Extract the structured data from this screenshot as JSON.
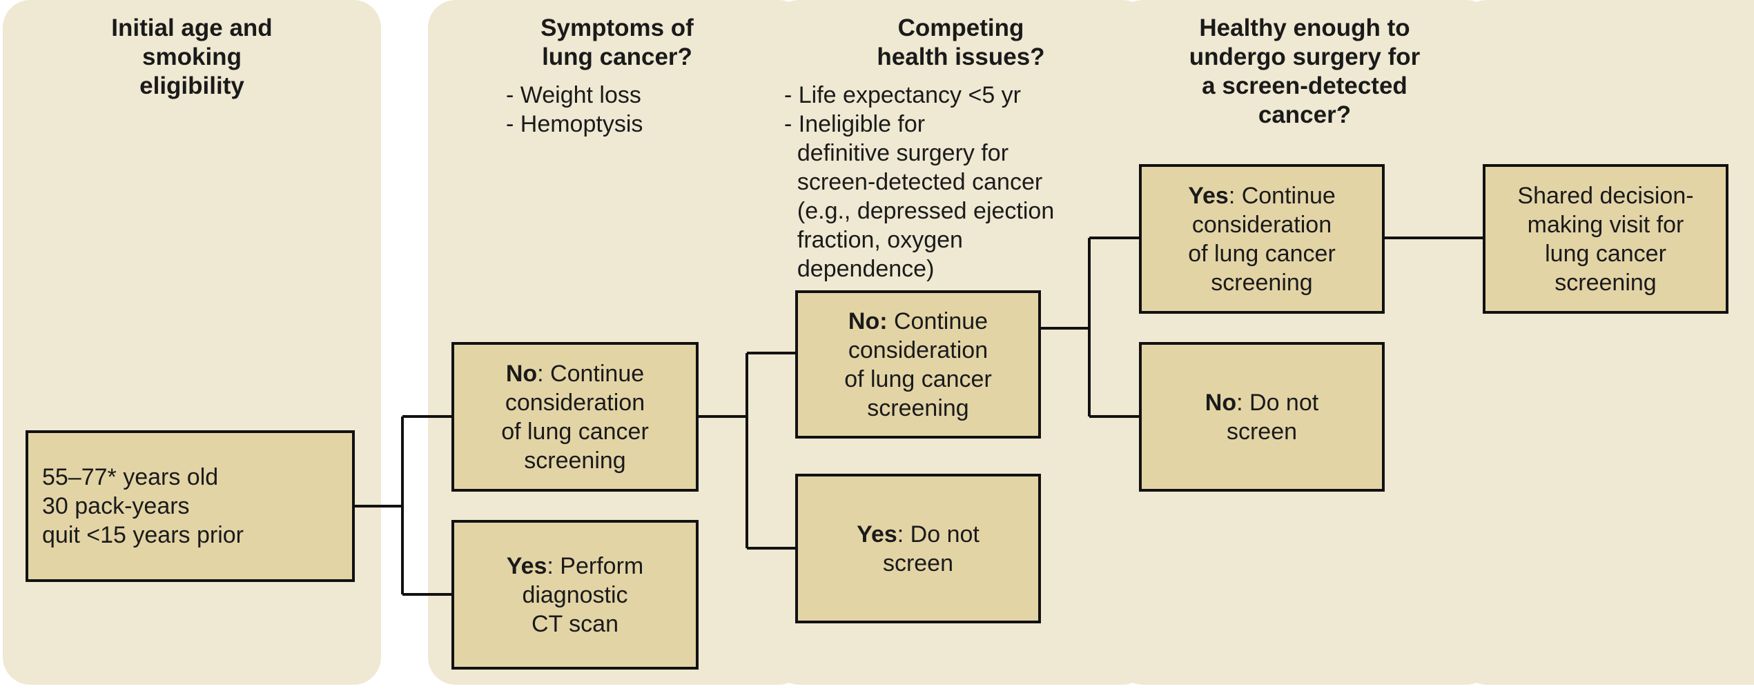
{
  "colors": {
    "column_bg": "#efe8d2",
    "box_fill": "#e3d4a6",
    "line": "#111111"
  },
  "columns": [
    {
      "title": "Initial age and\nsmoking\neligibility"
    },
    {
      "title": "Symptoms of\nlung cancer?",
      "criteria": "- Weight loss\n- Hemoptysis"
    },
    {
      "title": "Competing\nhealth issues?",
      "criteria": "- Life expectancy <5 yr\n- Ineligible for\n  definitive surgery for\n  screen-detected cancer\n  (e.g., depressed ejection\n  fraction, oxygen\n  dependence)"
    },
    {
      "title": "Healthy enough to\nundergo surgery for\na screen-detected\ncancer?"
    },
    {
      "title": ""
    }
  ],
  "boxes": {
    "eligibility": {
      "text": "55–77* years old\n30 pack-years\nquit <15 years prior"
    },
    "symptoms_no": {
      "bold": "No",
      "text": ": Continue\nconsideration\nof lung cancer\nscreening"
    },
    "symptoms_yes": {
      "bold": "Yes",
      "text": ": Perform\ndiagnostic\nCT scan"
    },
    "health_no": {
      "bold": "No:",
      "text": " Continue\nconsideration\nof lung cancer\nscreening"
    },
    "health_yes": {
      "bold": "Yes",
      "text": ": Do not\nscreen"
    },
    "surgery_yes": {
      "bold": "Yes",
      "text": ": Continue\nconsideration\nof lung cancer\nscreening"
    },
    "surgery_no": {
      "bold": "No",
      "text": ": Do not\nscreen"
    },
    "shared_decision": {
      "text": "Shared decision-\nmaking visit for\nlung cancer\nscreening"
    }
  }
}
